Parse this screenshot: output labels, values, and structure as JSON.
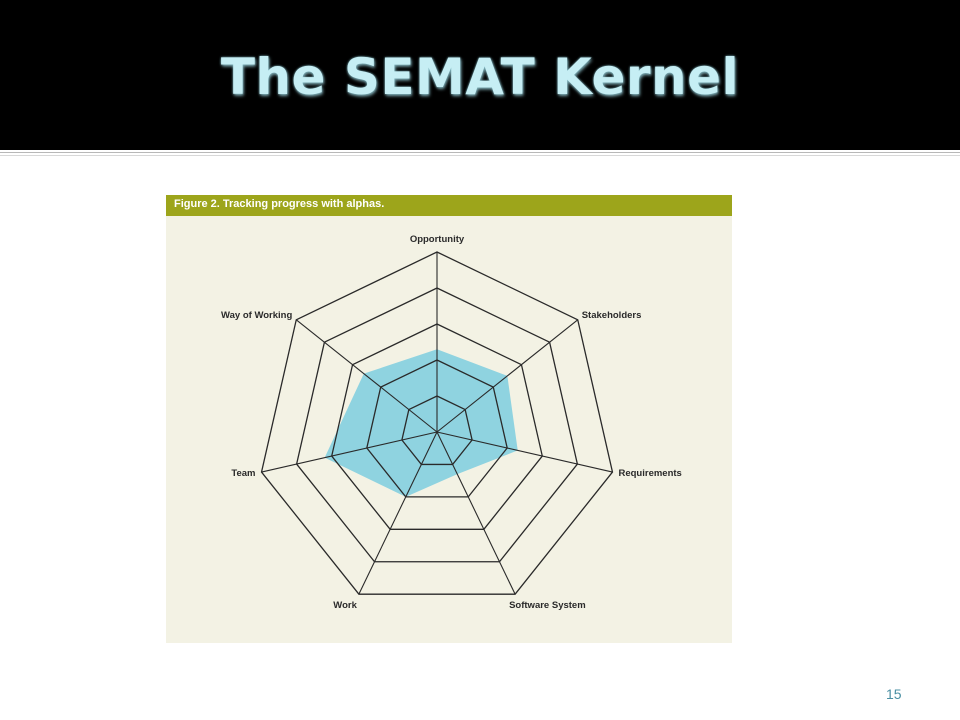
{
  "slide": {
    "title": "The SEMAT Kernel",
    "page_number": "15"
  },
  "figure": {
    "caption": "Figure 2. Tracking progress with alphas.",
    "colors": {
      "header": "#9da51b",
      "background": "#f3f2e4",
      "progress_fill": "#8fd3e0",
      "grid_line": "#2a2a2a"
    },
    "radar": {
      "rings": 5,
      "axes": [
        {
          "label": "Opportunity",
          "progress": 2.3
        },
        {
          "label": "Stakeholders",
          "progress": 2.5
        },
        {
          "label": "Requirements",
          "progress": 2.3
        },
        {
          "label": "Software System",
          "progress": 1.3
        },
        {
          "label": "Work",
          "progress": 2.0
        },
        {
          "label": "Team",
          "progress": 3.2
        },
        {
          "label": "Way of Working",
          "progress": 2.6
        }
      ]
    }
  }
}
